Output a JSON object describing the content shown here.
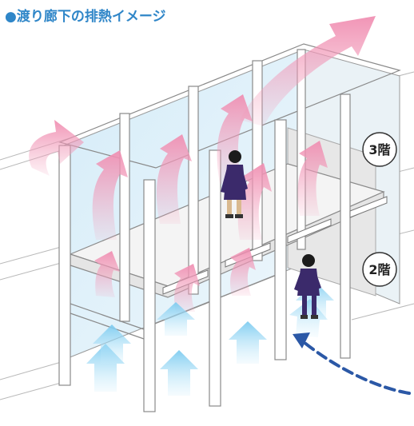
{
  "title": "●渡り廊下の排熱イメージ",
  "floor_labels": {
    "third": "3階",
    "second": "2階"
  },
  "colors": {
    "title": "#2f86c8",
    "heat_arrow": "#f3a6c0",
    "cool_arrow": "#9fd8f3",
    "flow_dashed": "#2b58a6",
    "glass": "#d9eef8"
  },
  "icons": [
    "warm-air-arrow",
    "cool-air-arrow",
    "airflow-dashed-arrow",
    "person-figure"
  ]
}
